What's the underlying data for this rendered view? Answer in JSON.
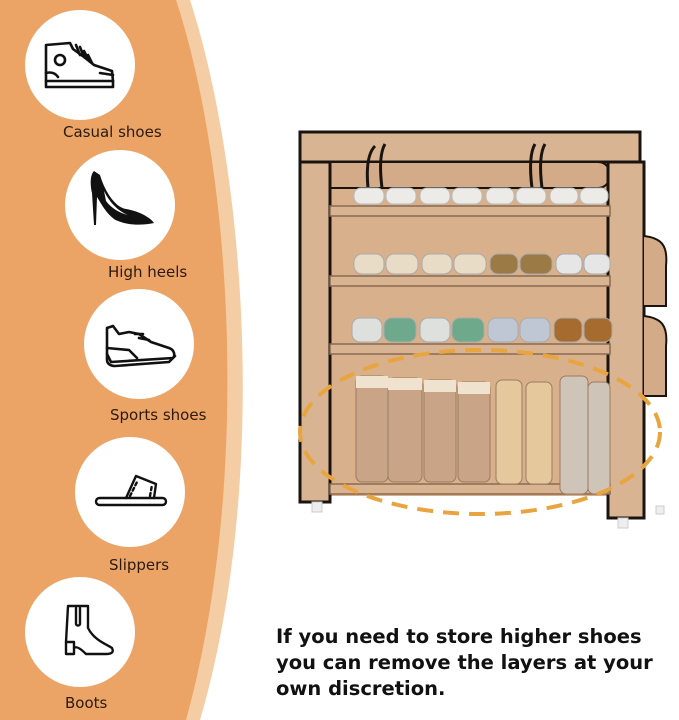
{
  "colors": {
    "band": "#EBA466",
    "band_edge": "#F4CDA5",
    "rack_fabric": "#D9B493",
    "rack_trim": "#1A1410",
    "highlight_dash": "#E8A53F",
    "label_text": "#2B1A10",
    "caption_text": "#111111"
  },
  "categories": [
    {
      "label": "Casual shoes",
      "icon": "sneaker-icon"
    },
    {
      "label": "High heels",
      "icon": "high-heel-icon"
    },
    {
      "label": "Sports shoes",
      "icon": "sports-shoe-icon"
    },
    {
      "label": "Slippers",
      "icon": "slipper-icon"
    },
    {
      "label": "Boots",
      "icon": "boot-icon"
    }
  ],
  "caption": {
    "line1": "If you need to store higher shoes",
    "line2": "you can remove the layers at your",
    "line3": "own discretion."
  },
  "product": {
    "name": "shoe-rack-with-cover",
    "tiers": 4,
    "highlighted_tier": "bottom (boots)"
  }
}
